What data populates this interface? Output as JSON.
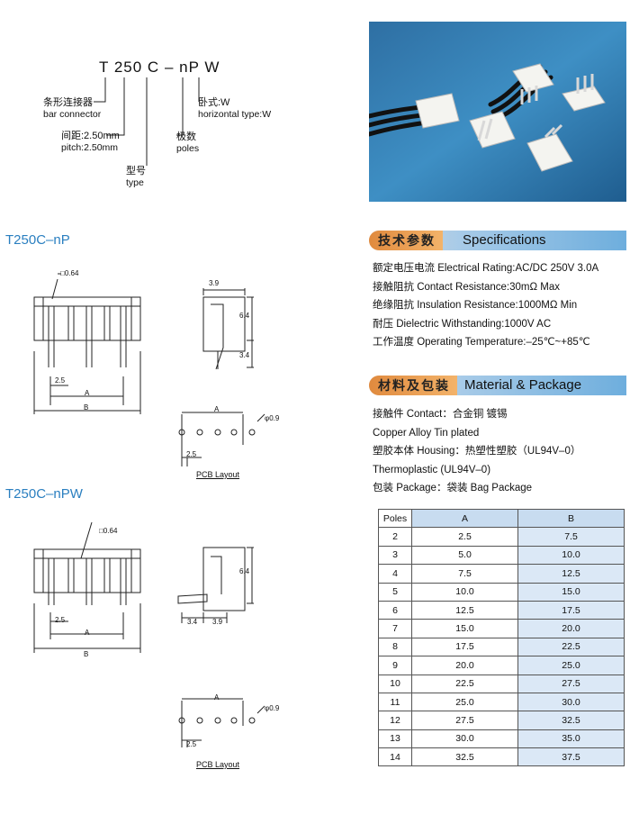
{
  "part_code": {
    "t": "T",
    "num": "250",
    "c": "C",
    "dash": "–",
    "np": "nP",
    "w": "W"
  },
  "legend": {
    "bar_cn": "条形连接器",
    "bar_en": "bar connector",
    "pitch_cn": "间距:2.50mm",
    "pitch_en": "pitch:2.50mm",
    "type_cn": "型号",
    "type_en": "type",
    "poles_cn": "极数",
    "poles_en": "poles",
    "horiz_cn": "卧式:W",
    "horiz_en": "horizontal type:W"
  },
  "section1": {
    "title": "T250C–nP",
    "dims": {
      "sq": "□0.64",
      "w39": "3.9",
      "h64": "6.4",
      "h34": "3.4",
      "p25": "2.5",
      "a": "A",
      "b": "B",
      "phi": "φ0.9",
      "pcb_a": "A",
      "pcb_p": "2.5",
      "pcb_label": "PCB Layout"
    }
  },
  "section2": {
    "title": "T250C–nPW",
    "dims": {
      "sq": "□0.64",
      "h64": "6.4",
      "w34": "3.4",
      "w39": "3.9",
      "p25": "2.5",
      "a": "A",
      "b": "B",
      "phi": "φ0.9",
      "pcb_a": "A",
      "pcb_p": "2.5",
      "pcb_label": "PCB Layout"
    }
  },
  "specs": {
    "header_cn": "技术参数",
    "header_en": "Specifications",
    "lines": [
      "额定电压电流 Electrical Rating:AC/DC 250V 3.0A",
      "接触阻抗 Contact Resistance:30mΩ Max",
      "绝缘阻抗 Insulation Resistance:1000MΩ Min",
      "耐压 Dielectric Withstanding:1000V AC",
      "工作温度 Operating Temperature:–25℃~+85℃"
    ]
  },
  "material": {
    "header_cn": "材料及包装",
    "header_en": "Material & Package",
    "lines": [
      "接触件 Contact：合金铜 镀锡",
      "Copper Alloy Tin plated",
      "塑胶本体 Housing：热塑性塑胶（UL94V–0）",
      "Thermoplastic (UL94V–0)",
      "包装 Package：袋装 Bag Package"
    ]
  },
  "table": {
    "headers": [
      "Poles",
      "A",
      "B"
    ],
    "rows": [
      [
        "2",
        "2.5",
        "7.5"
      ],
      [
        "3",
        "5.0",
        "10.0"
      ],
      [
        "4",
        "7.5",
        "12.5"
      ],
      [
        "5",
        "10.0",
        "15.0"
      ],
      [
        "6",
        "12.5",
        "17.5"
      ],
      [
        "7",
        "15.0",
        "20.0"
      ],
      [
        "8",
        "17.5",
        "22.5"
      ],
      [
        "9",
        "20.0",
        "25.0"
      ],
      [
        "10",
        "22.5",
        "27.5"
      ],
      [
        "11",
        "25.0",
        "30.0"
      ],
      [
        "12",
        "27.5",
        "32.5"
      ],
      [
        "13",
        "30.0",
        "35.0"
      ],
      [
        "14",
        "32.5",
        "37.5"
      ]
    ]
  },
  "colors": {
    "title_blue": "#2a7fc0",
    "header_orange": "#e08a3e",
    "header_blue": "#6eaedd",
    "table_header": "#c8dcf0",
    "table_b_col": "#dbe8f6"
  }
}
